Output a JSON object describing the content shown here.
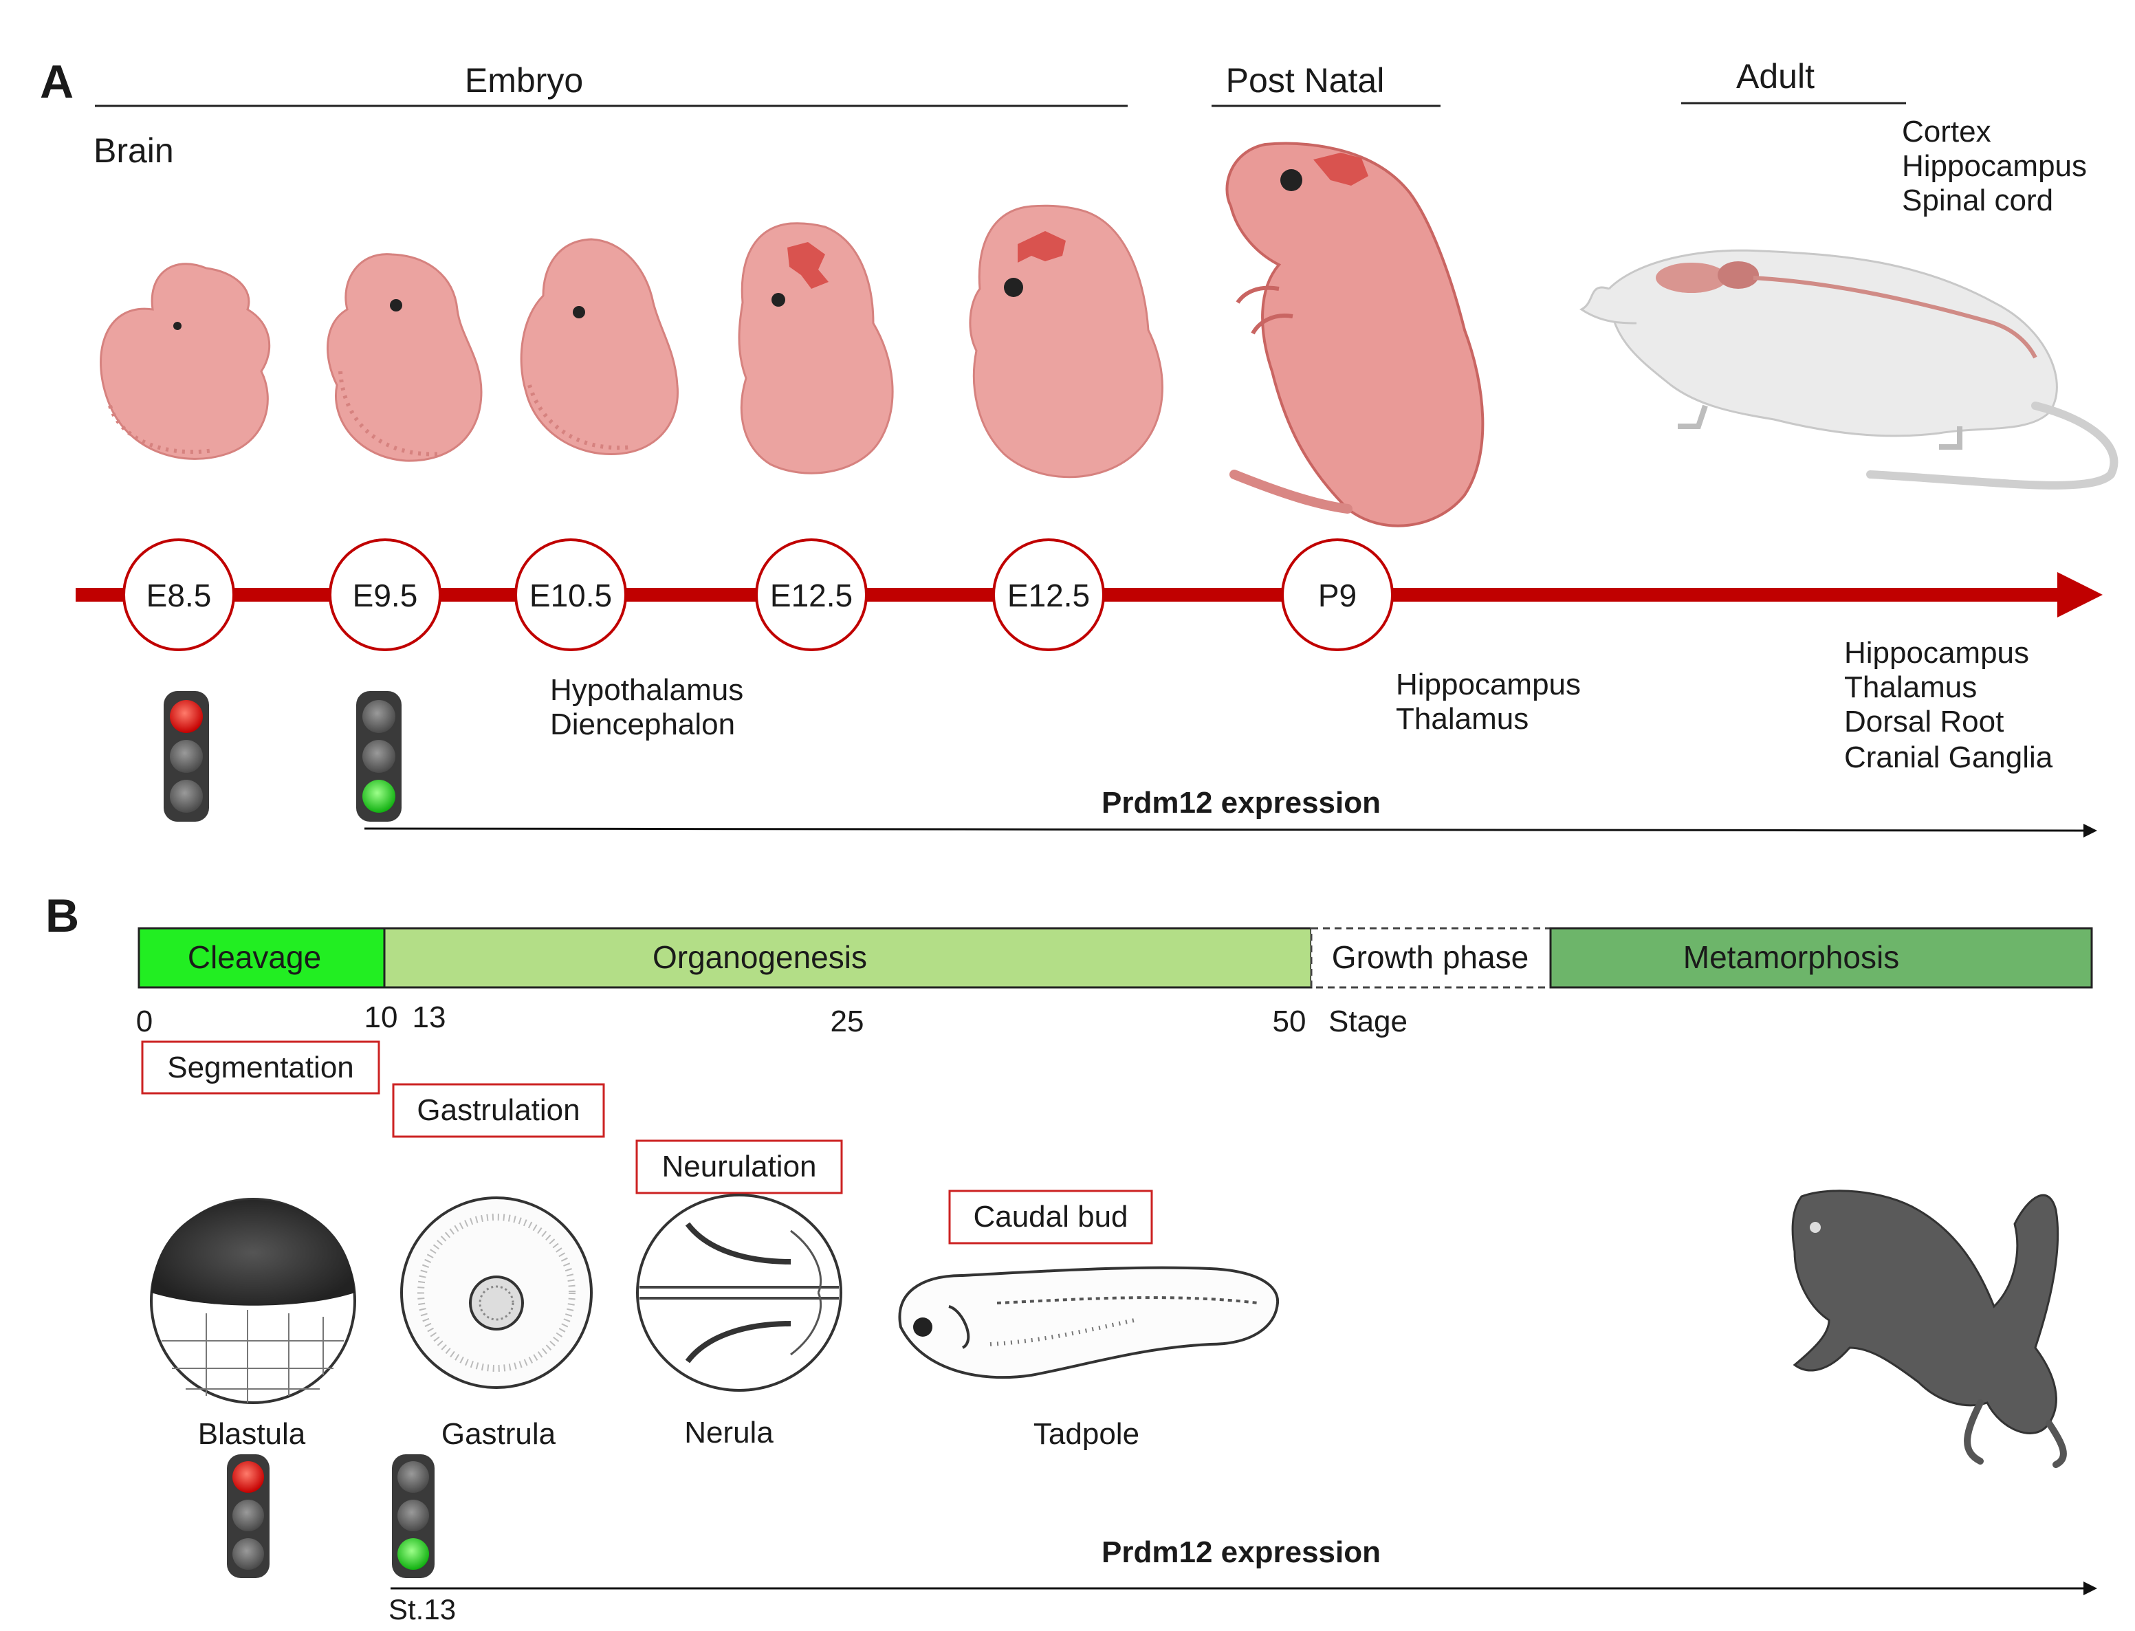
{
  "panel_a": {
    "letter": "A",
    "header_embryo": "Embryo",
    "header_postnatal": "Post Natal",
    "header_adult": "Adult",
    "brain_label": "Brain",
    "adult_regions": [
      "Cortex",
      "Hippocampus",
      "Spinal cord"
    ],
    "stages": [
      "E8.5",
      "E9.5",
      "E10.5",
      "E12.5",
      "E12.5",
      "P9"
    ],
    "regions_e10": [
      "Hypothalamus",
      "Diencephalon"
    ],
    "regions_p9": [
      "Hippocampus",
      "Thalamus"
    ],
    "regions_adult_expression": [
      "Hippocampus",
      "Thalamus",
      "Dorsal Root",
      "Cranial Ganglia"
    ],
    "expression_label": "Prdm12 expression"
  },
  "panel_b": {
    "letter": "B",
    "phases": [
      "Cleavage",
      "Organogenesis",
      "Growth phase",
      "Metamorphosis"
    ],
    "stage_ticks": [
      "0",
      "10",
      "13",
      "25",
      "50"
    ],
    "stage_axis_label": "Stage",
    "processes": [
      "Segmentation",
      "Gastrulation",
      "Neurulation",
      "Caudal bud"
    ],
    "forms": [
      "Blastula",
      "Gastrula",
      "Nerula",
      "Tadpole"
    ],
    "expression_label": "Prdm12 expression",
    "start_stage_label": "St.13"
  },
  "colors": {
    "timeline_red": "#c00000",
    "embryo_pink": "#e99a97",
    "brain_red": "#d9534f",
    "cleavage_green": "#22ee22",
    "organogenesis_green": "#b3de87",
    "metamorphosis_green": "#6db56a",
    "process_box_red": "#cc2222"
  }
}
